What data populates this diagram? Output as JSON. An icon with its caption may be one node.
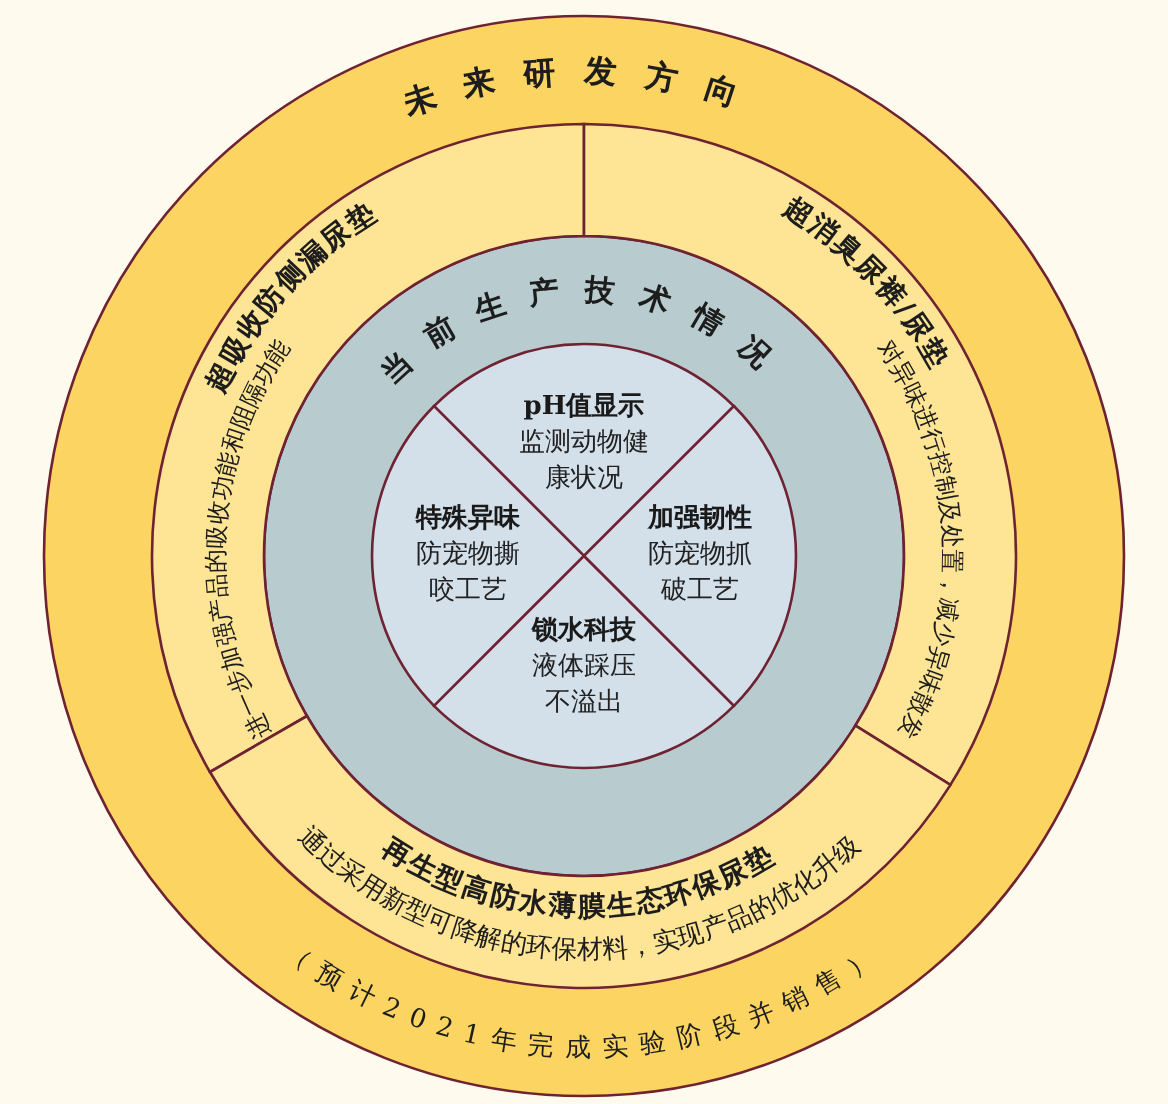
{
  "diagram": {
    "nodes": [
      {
        "text": [
          "未来研发方向",
          "（预计2021年完成实验阶段并销售）"
        ]
      },
      {
        "text": [
          "超吸收防侧漏尿垫",
          "进一步加强产品的吸收功能和阻隔功能"
        ],
        "in": 0
      },
      {
        "text": [
          "超消臭尿裤/尿垫",
          "对异味进行控制及处置，减少异味散发"
        ],
        "in": 0
      },
      {
        "text": [
          "再生型高防水薄膜生态环保尿垫",
          "通过采用新型可降解的环保材料，实现产品的优化升级"
        ],
        "in": 0
      },
      {
        "text": [
          "当前生产技术情况"
        ],
        "in": 0
      },
      {
        "text": [
          "pH值显示",
          "监测动物健康状况"
        ],
        "in": 4
      },
      {
        "text": [
          "特殊异味",
          "防宠物撕咬工艺"
        ],
        "in": 4
      },
      {
        "text": [
          "加强韧性",
          "防宠物抓破工艺"
        ],
        "in": 4
      },
      {
        "text": [
          "锁水科技",
          "液体踩压不溢出"
        ],
        "in": 4
      }
    ]
  }
}
